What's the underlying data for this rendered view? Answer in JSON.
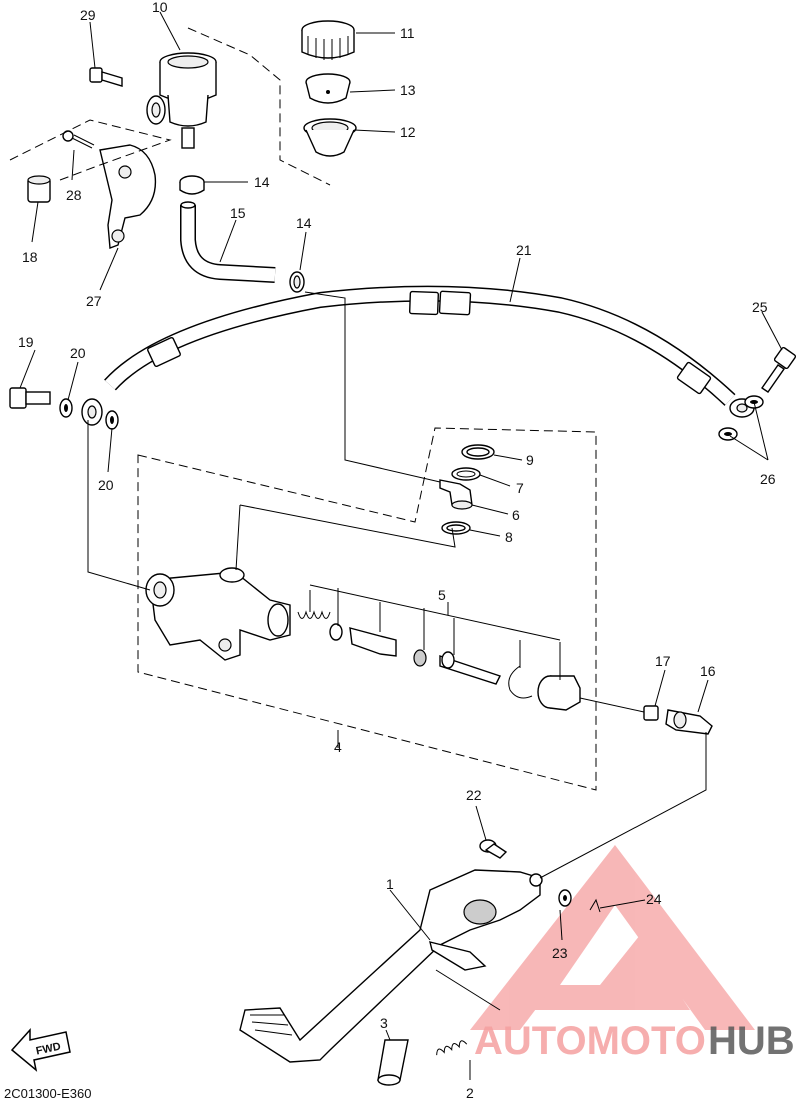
{
  "diagram": {
    "drawing_code": "2C01300-E360",
    "fwd_label": "FWD",
    "watermark": {
      "text_primary": "AUTOMOTO",
      "text_secondary": "HUB",
      "color_primary": "#f5a0a0",
      "color_secondary": "#5a5a5a"
    },
    "callouts": {
      "p1": "1",
      "p2": "2",
      "p3": "3",
      "p4": "4",
      "p5": "5",
      "p6": "6",
      "p7": "7",
      "p8": "8",
      "p9": "9",
      "p10": "10",
      "p11": "11",
      "p12": "12",
      "p13": "13",
      "p14a": "14",
      "p14b": "14",
      "p15": "15",
      "p16": "16",
      "p17": "17",
      "p18": "18",
      "p19": "19",
      "p20a": "20",
      "p20b": "20",
      "p21": "21",
      "p22": "22",
      "p23": "23",
      "p24": "24",
      "p25": "25",
      "p26": "26",
      "p27": "27",
      "p28": "28",
      "p29": "29"
    }
  }
}
